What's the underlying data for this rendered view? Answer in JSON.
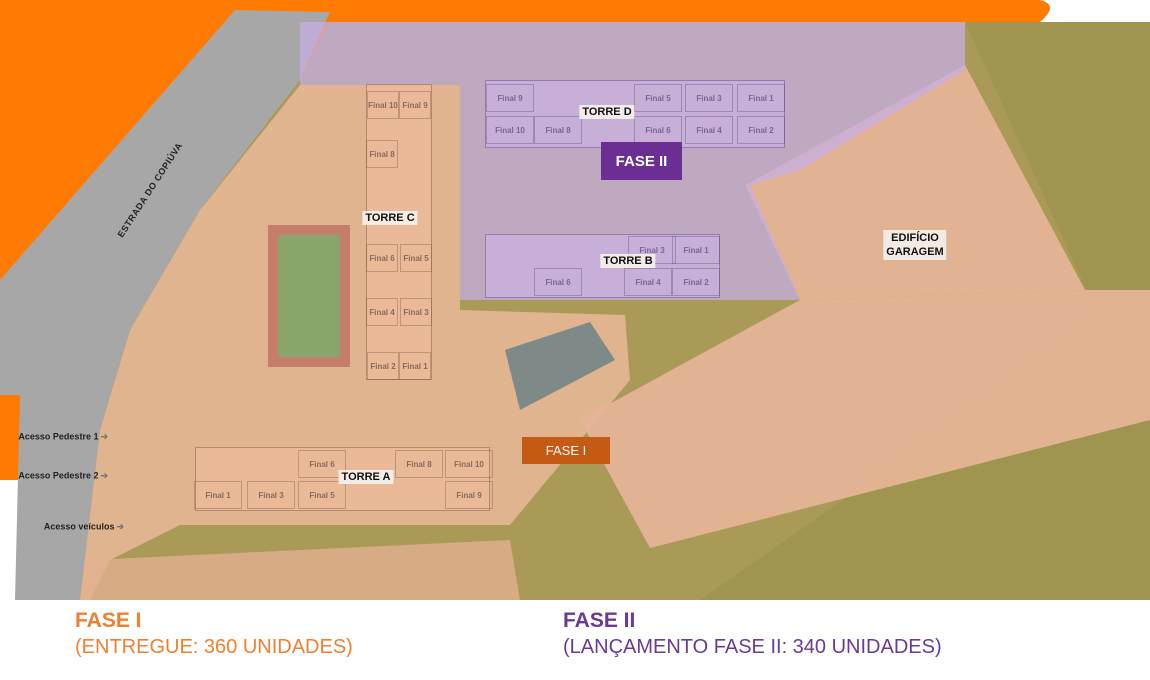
{
  "road_name": "ESTRADA DO COPIÚVA",
  "access": [
    {
      "label": "Acesso Pedestre 1",
      "arrow": "➔"
    },
    {
      "label": "Acesso Pedestre 2",
      "arrow": "➔"
    },
    {
      "label": "Acesso veículos",
      "arrow": "➔"
    }
  ],
  "towers": {
    "torre_d": {
      "label": "TORRE D",
      "units": [
        "Final 9",
        "Final 10",
        "Final 8",
        "Final 5",
        "Final 3",
        "Final 1",
        "Final 6",
        "Final 4",
        "Final 2"
      ]
    },
    "torre_b": {
      "label": "TORRE B",
      "units": [
        "Final 3",
        "Final 1",
        "Final 6",
        "Final 4",
        "Final 2"
      ]
    },
    "torre_c": {
      "label": "TORRE C",
      "units": [
        "Final 10",
        "Final 9",
        "Final 8",
        "Final 6",
        "Final 5",
        "Final 4",
        "Final 3",
        "Final 2",
        "Final 1"
      ]
    },
    "torre_a": {
      "label": "TORRE A",
      "units": [
        "Final 6",
        "Final 8",
        "Final 10",
        "Final 1",
        "Final 3",
        "Final 5",
        "Final 9"
      ]
    }
  },
  "garage": {
    "line1": "EDIFÍCIO",
    "line2": "GARAGEM"
  },
  "map_badges": {
    "fase2": "FASE II",
    "fase1": "FASE I"
  },
  "legend": {
    "fase1": {
      "title": "FASE I",
      "subtitle": "(ENTREGUE: 360 UNIDADES)",
      "color": "#f08030"
    },
    "fase2": {
      "title": "FASE II",
      "subtitle": "(LANÇAMENTO FASE II: 340 UNIDADES)",
      "color": "#6a3a95"
    }
  }
}
